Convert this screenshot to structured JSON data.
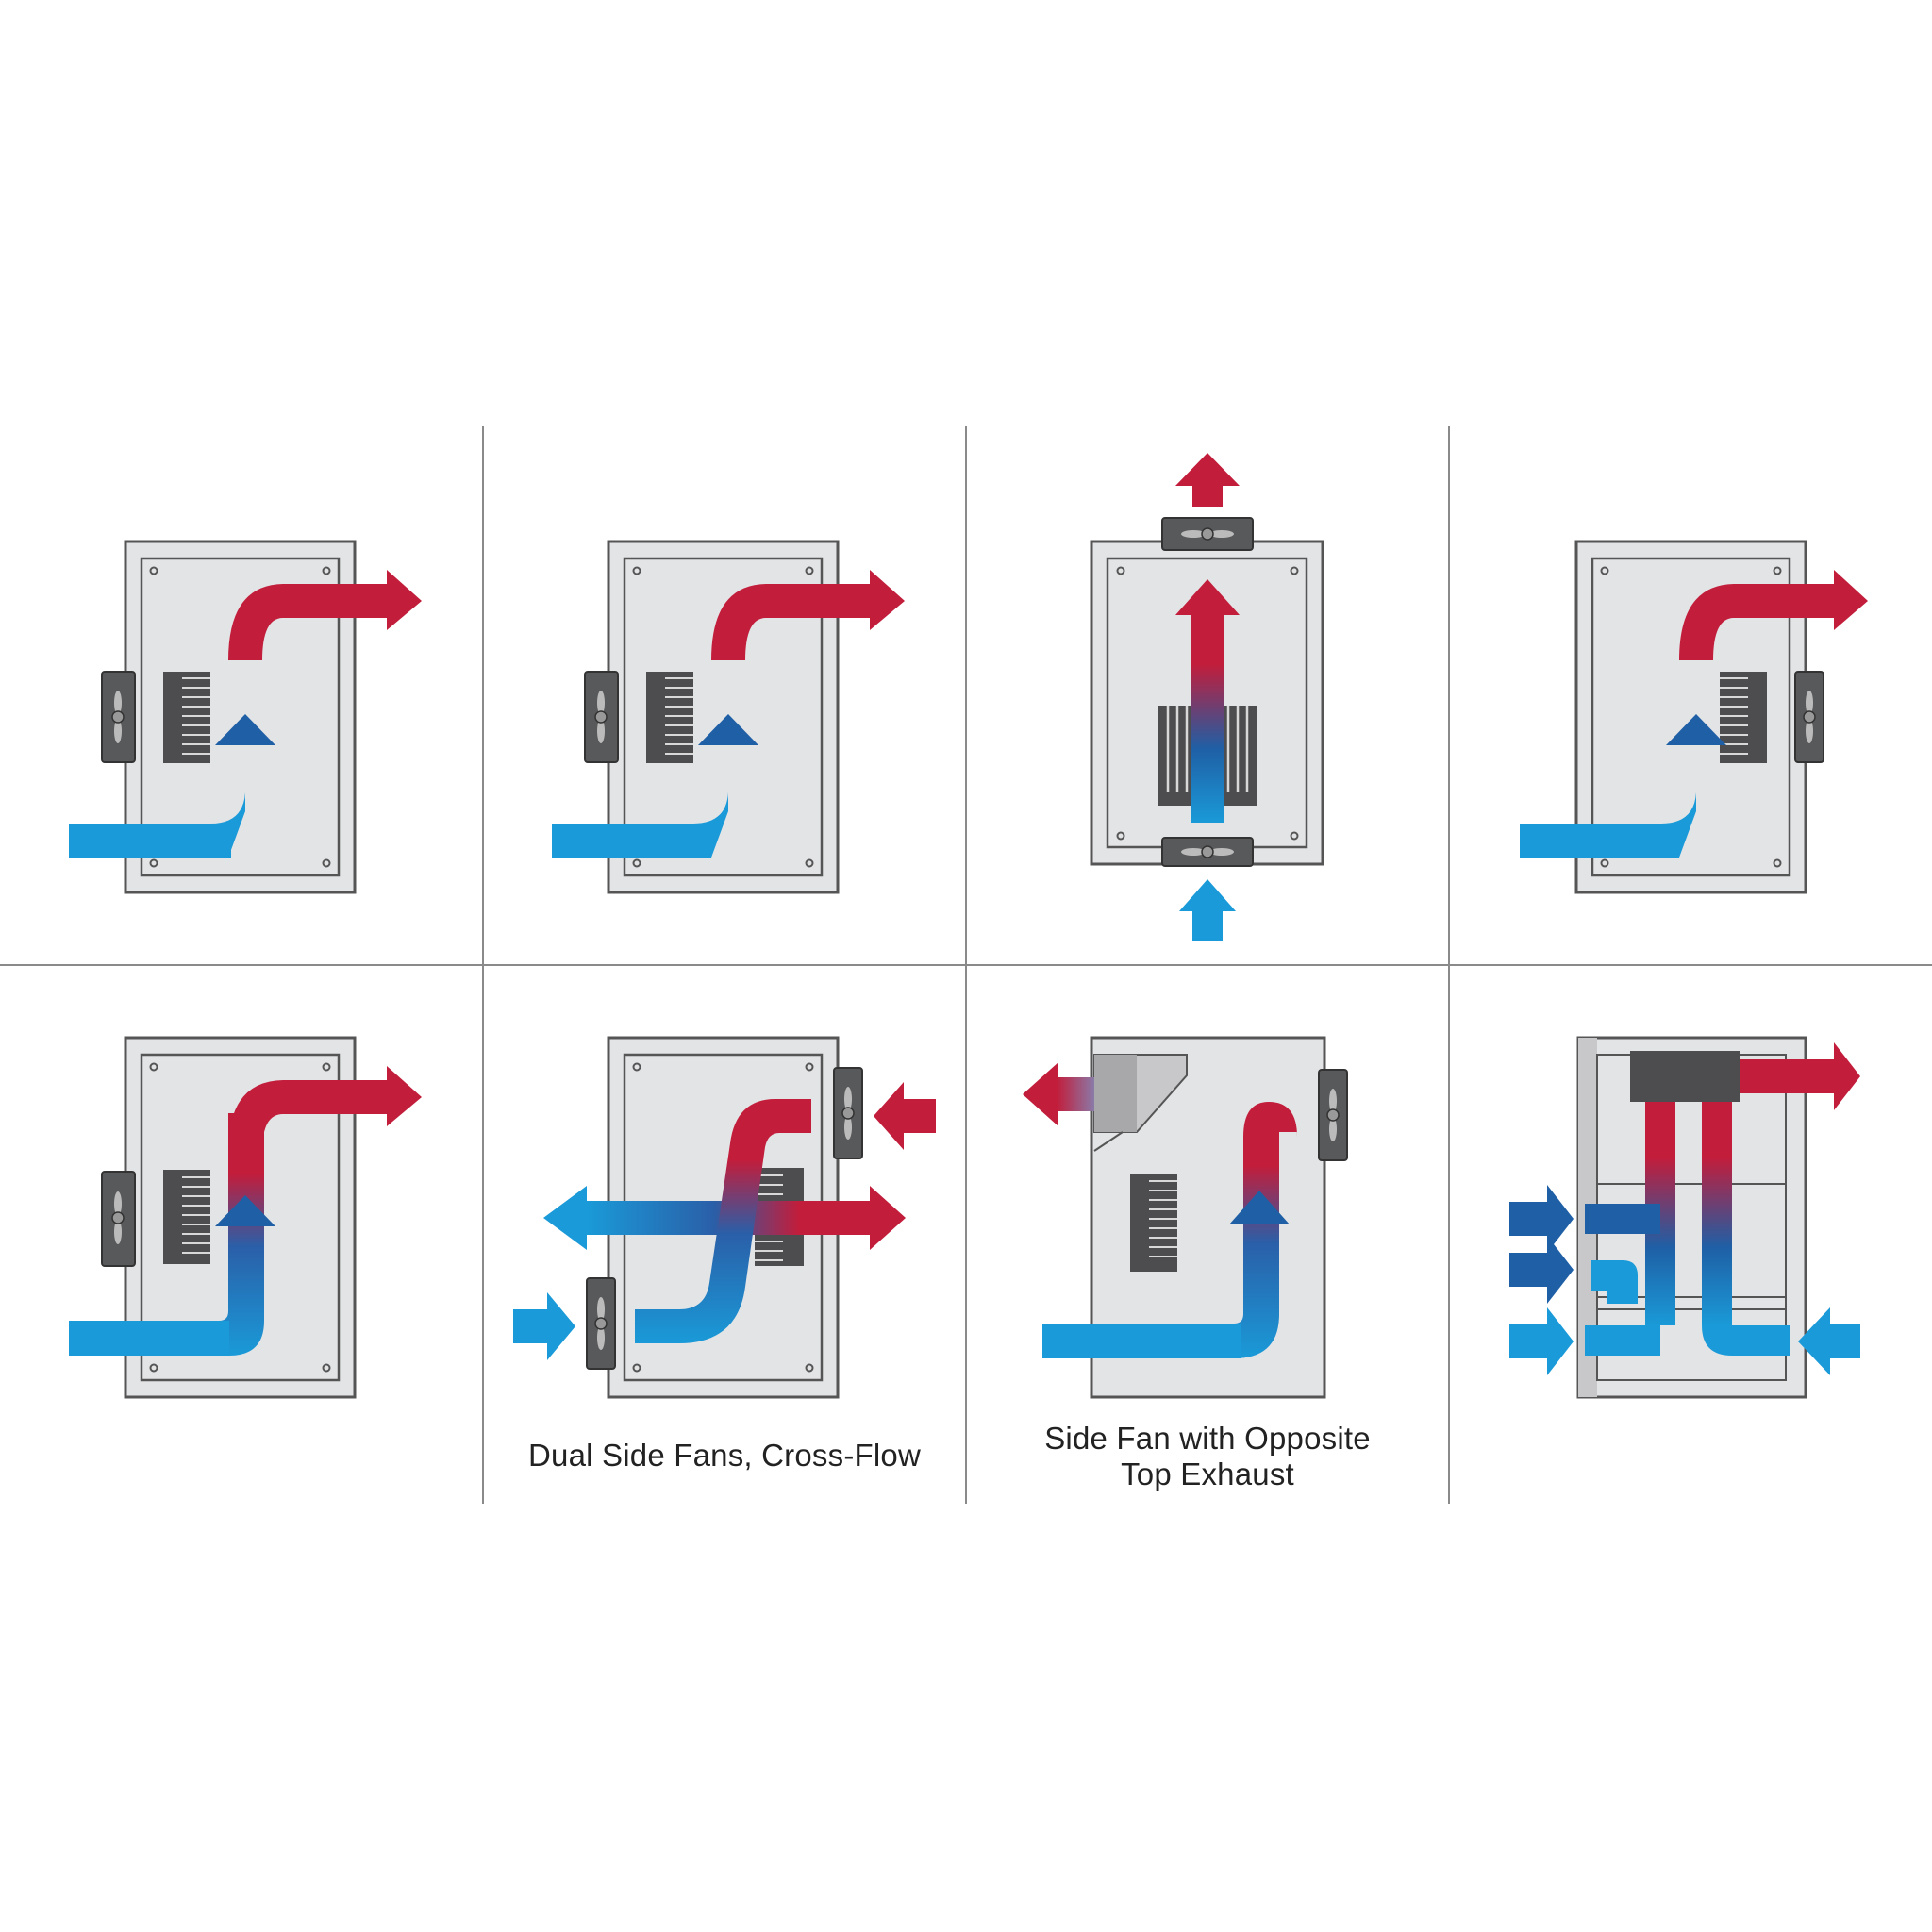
{
  "colors": {
    "hot": "#c21d3b",
    "mid": "#2a5fa8",
    "cool": "#1a9ad8",
    "dark_blue": "#1f5fa5",
    "enclosure_fill": "#e3e4e6",
    "enclosure_stroke": "#555555",
    "fan_body": "#58595b",
    "heatsink": "#4d4d4f",
    "divider": "#8a8a8a"
  },
  "panels": [
    {
      "id": "side-fan-top-exhaust-a",
      "caption": ""
    },
    {
      "id": "side-fan-top-exhaust-b",
      "caption": ""
    },
    {
      "id": "bottom-to-top-fans",
      "caption": ""
    },
    {
      "id": "right-fan-top-exhaust",
      "caption": ""
    },
    {
      "id": "side-fan-top-exhaust-c",
      "caption": ""
    },
    {
      "id": "dual-side-fans-cross-flow",
      "caption": "Dual Side Fans, Cross-Flow"
    },
    {
      "id": "side-fan-opposite-top-exhaust",
      "caption": "Side Fan with Opposite\nTop Exhaust"
    },
    {
      "id": "multi-compartment",
      "caption": ""
    }
  ],
  "icons": [
    "fan-icon",
    "heatsink-icon",
    "hot-air-arrow-icon",
    "cool-air-arrow-icon",
    "exhaust-hood-icon"
  ]
}
